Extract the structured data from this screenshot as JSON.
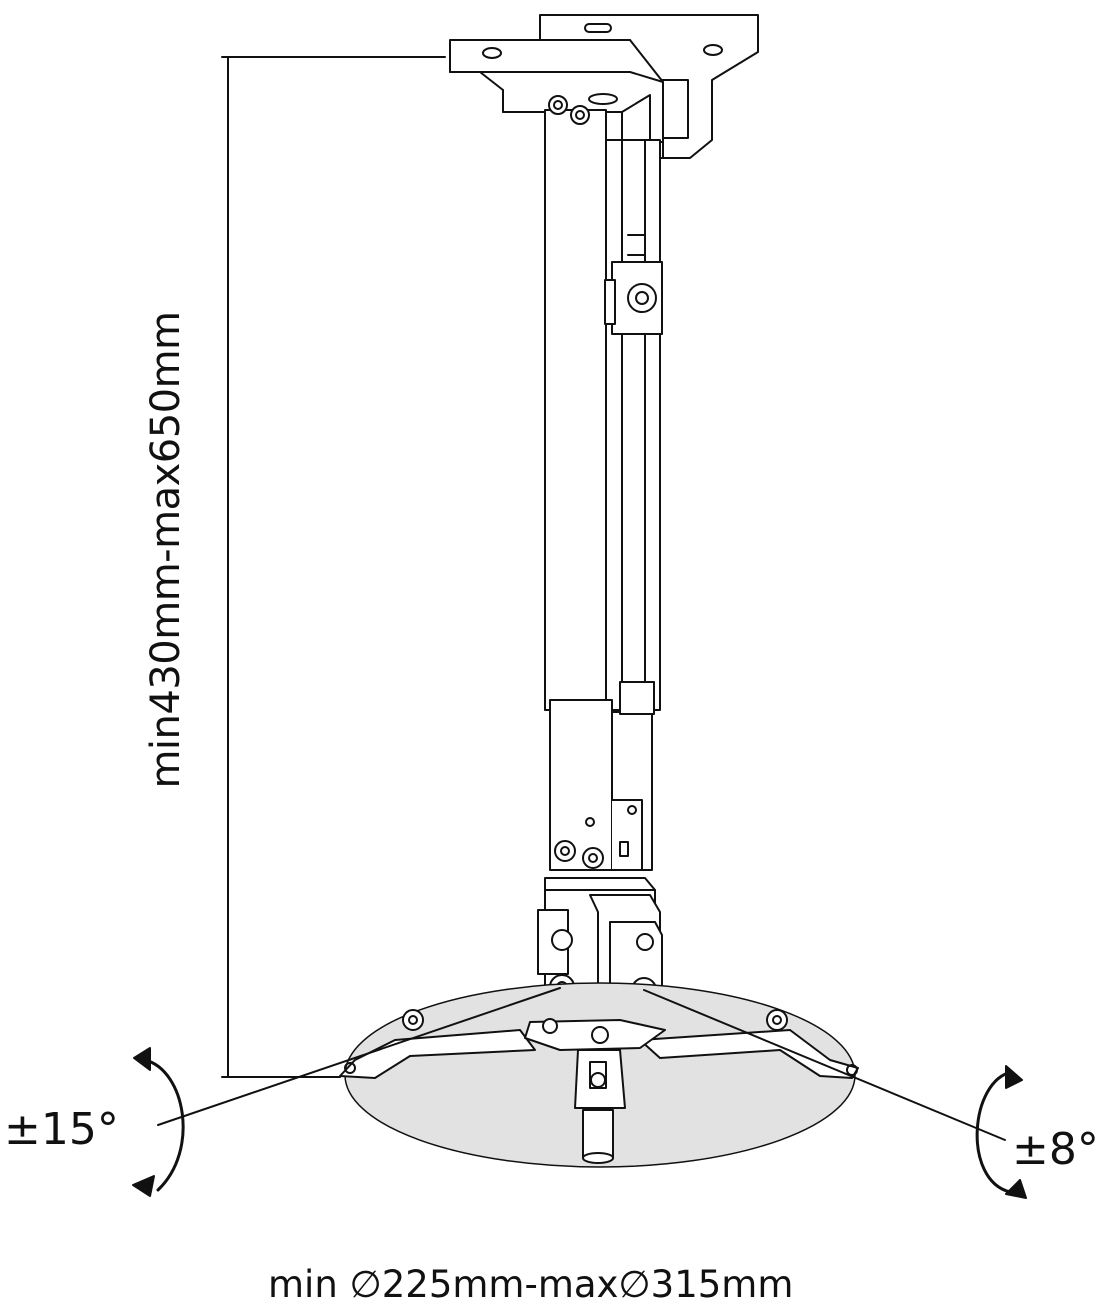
{
  "diagram": {
    "height_range": "min430mm-max650mm",
    "tilt": "±15°",
    "swivel": "±8°",
    "plate_range": "min ∅225mm-max∅315mm",
    "colors": {
      "line": "#111111",
      "plate_fill": "#e2e2e2",
      "background": "#ffffff"
    }
  }
}
